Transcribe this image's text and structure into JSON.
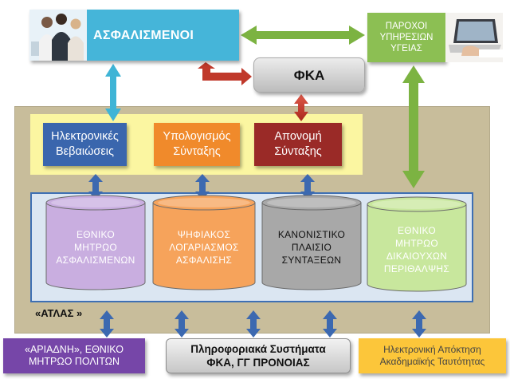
{
  "colors": {
    "insured": "#45b5d9",
    "providers": "#8cbf53",
    "certificates": "#3a66ad",
    "calculation": "#f08a2b",
    "award": "#9a2a27",
    "ariadni": "#7646a8",
    "academic": "#fcc63a",
    "arrow_blue": "#3c69b0",
    "arrow_green": "#7cb342",
    "arrow_red": "#c0392b",
    "arrow_teal": "#3fb4d6"
  },
  "insured": {
    "label": "ΑΣΦΑΛΙΣΜΕΝΟΙ"
  },
  "providers": {
    "lines": [
      "ΠΑΡΟΧΟΙ",
      "ΥΠΗΡΕΣΙΩΝ",
      "ΥΓΕΙΑΣ"
    ]
  },
  "fka": {
    "label": "ΦΚΑ"
  },
  "services": [
    {
      "lines": [
        "Ηλεκτρονικές",
        "Βεβαιώσεις"
      ]
    },
    {
      "lines": [
        "Υπολογισμός",
        "Σύνταξης"
      ]
    },
    {
      "lines": [
        "Απονομή",
        "Σύνταξης"
      ]
    }
  ],
  "registries": [
    {
      "lines": [
        "ΕΘΝΙΚΟ",
        "ΜΗΤΡΩΟ",
        "ΑΣΦΑΛΙΣΜΕΝΩΝ"
      ],
      "color": "#c9aee0"
    },
    {
      "lines": [
        "ΨΗΦΙΑΚΟΣ",
        "ΛΟΓΑΡΙΑΣΜΟΣ",
        "ΑΣΦΑΛΙΣΗΣ"
      ],
      "color": "#f6a35b"
    },
    {
      "lines": [
        "ΚΑΝΟΝΙΣΤΙΚΟ",
        "ΠΛΑΙΣΙΟ",
        "ΣΥΝΤΑΞΕΩΝ"
      ],
      "color": "#a8a8a8"
    },
    {
      "lines": [
        "ΕΘΝΙΚΟ",
        "ΜΗΤΡΩΟ",
        "ΔΙΚΑΙΟΥΧΩΝ",
        "ΠΕΡΙΘΑΛΨΗΣ"
      ],
      "color": "#c8e79d"
    }
  ],
  "atlas": {
    "title": "«ΑΤΛΑΣ »"
  },
  "bottom": {
    "ariadni": [
      "«ΑΡΙΑΔΝΗ», ΕΘΝΙΚΟ",
      "ΜΗΤΡΩΟ ΠΟΛΙΤΩΝ"
    ],
    "systems": [
      "Πληροφοριακά Συστήματα",
      "ΦΚΑ, ΓΓ ΠΡΟΝΟΙΑΣ"
    ],
    "academic": [
      "Ηλεκτρονική Απόκτηση",
      "Ακαδημαϊκής Ταυτότητας"
    ]
  }
}
